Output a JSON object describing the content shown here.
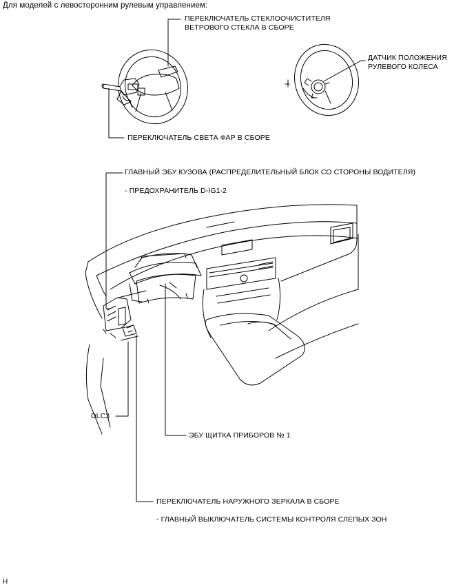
{
  "heading": "Для моделей с левосторонним рулевым управлением:",
  "labels": {
    "wiper_switch_line1": "ПЕРЕКЛЮЧАТЕЛЬ СТЕКЛООЧИСТИТЕЛЯ",
    "wiper_switch_line2": "ВЕТРОВОГО СТЕКЛА В СБОРЕ",
    "steering_sensor_line1": "ДАТЧИК ПОЛОЖЕНИЯ",
    "steering_sensor_line2": "РУЛЕВОГО КОЛЕСА",
    "headlight_switch": "ПЕРЕКЛЮЧАТЕЛЬ СВЕТА ФАР В СБОРЕ",
    "main_body_ecu": "ГЛАВНЫЙ ЭБУ КУЗОВА (РАСПРЕДЕЛИТЕЛЬНЫЙ БЛОК СО СТОРОНЫ ВОДИТЕЛЯ)",
    "fuse": "- ПРЕДОХРАНИТЕЛЬ D-IG1-2",
    "dlc3": "DLC3",
    "meter_ecu": "ЭБУ ЩИТКА ПРИБОРОВ № 1",
    "mirror_switch": "ПЕРЕКЛЮЧАТЕЛЬ НАРУЖНОГО ЗЕРКАЛА В СБОРЕ",
    "blind_spot_switch": "- ГЛАВНЫЙ ВЫКЛЮЧАТЕЛЬ СИСТЕМЫ КОНТРОЛЯ СЛЕПЫХ ЗОН"
  },
  "figure_code": "H"
}
